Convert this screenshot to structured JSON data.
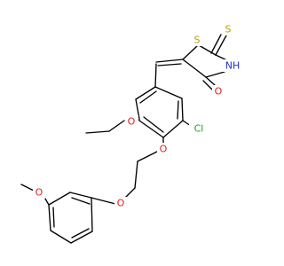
{
  "molecule": {
    "atoms": {
      "S_ring": "S",
      "S_thione": "S",
      "NH": "NH",
      "O_carbonyl": "O",
      "O_ethoxy": "O",
      "Cl": "Cl",
      "O_ether_1": "O",
      "O_ether_2": "O",
      "O_methoxy": "O"
    },
    "colors": {
      "bond": "#000000",
      "carbon": "#000000",
      "sulfur": "#b3a100",
      "nitrogen": "#1f2fd6",
      "oxygen": "#e01e1e",
      "chlorine": "#1ea01e"
    }
  }
}
